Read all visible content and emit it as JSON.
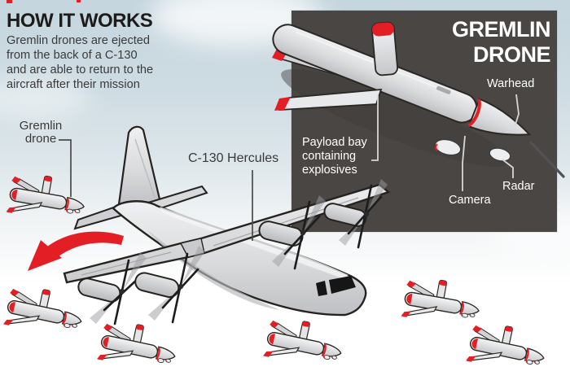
{
  "header": {
    "title": "HOW IT WORKS",
    "description": "Gremlin drones are ejected\nfrom the back of a C-130\nand are able to return to the\naircraft after their mission"
  },
  "callouts": {
    "gremlin_drone": "Gremlin\ndrone",
    "c130": "C-130 Hercules"
  },
  "inset": {
    "title": "GREMLIN\nDRONE",
    "labels": {
      "warhead": "Warhead",
      "payload": "Payload bay\ncontaining\nexplosives",
      "camera": "Camera",
      "radar": "Radar"
    }
  },
  "colors": {
    "accent_red": "#e41e25",
    "inset_background": "#494643",
    "sky_top": "#c5d6de",
    "text_dark": "#3a3a3a",
    "text_light": "#ffffff",
    "aircraft_fill": "#e3e4e6",
    "outline": "#26221f"
  }
}
